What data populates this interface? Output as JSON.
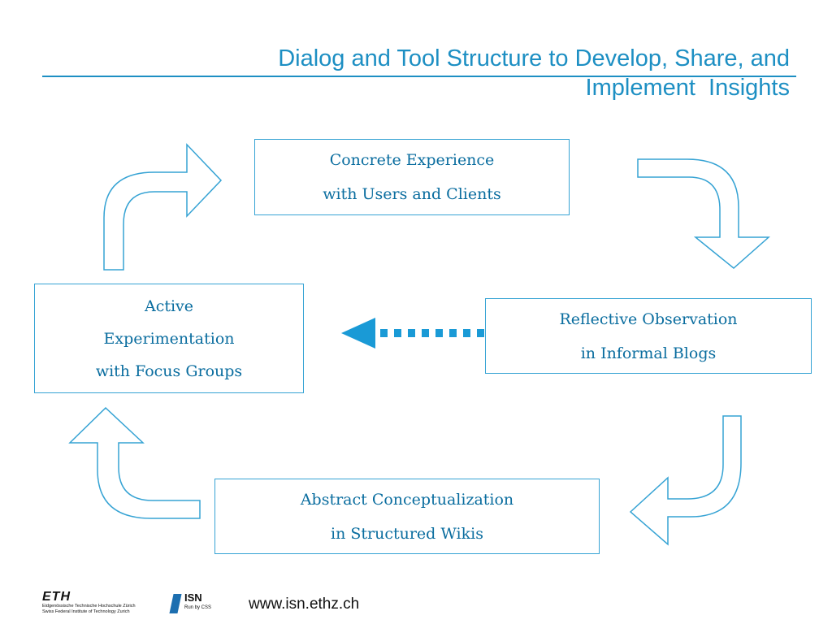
{
  "slide": {
    "title": "Dialog and Tool Structure to Develop, Share, and\nImplement  Insights"
  },
  "boxes": {
    "concrete": {
      "lines": [
        "Concrete Experience",
        "with Users and Clients"
      ]
    },
    "reflective": {
      "lines": [
        "Reflective Observation",
        "in Informal Blogs"
      ]
    },
    "active": {
      "lines": [
        "Active",
        "Experimentation",
        "with Focus Groups"
      ]
    },
    "abstract": {
      "lines": [
        "Abstract Conceptualization",
        "in Structured Wikis"
      ]
    }
  },
  "footer": {
    "eth_logo": "ETH",
    "eth_line1": "Eidgenössische Technische Hochschule Zürich",
    "eth_line2": "Swiss Federal Institute of Technology Zurich",
    "isn_logo": "ISN",
    "isn_sub": "Run by CSS",
    "url": "www.isn.ethz.ch"
  },
  "colors": {
    "accent": "#1d8fc3",
    "box_text": "#0a6d9f",
    "arrow_fill": "#1a9ad6"
  },
  "icons": {
    "cycle_arrows": "curved-arrow-outline",
    "dotted_arrow": "dashed-left-arrow"
  }
}
